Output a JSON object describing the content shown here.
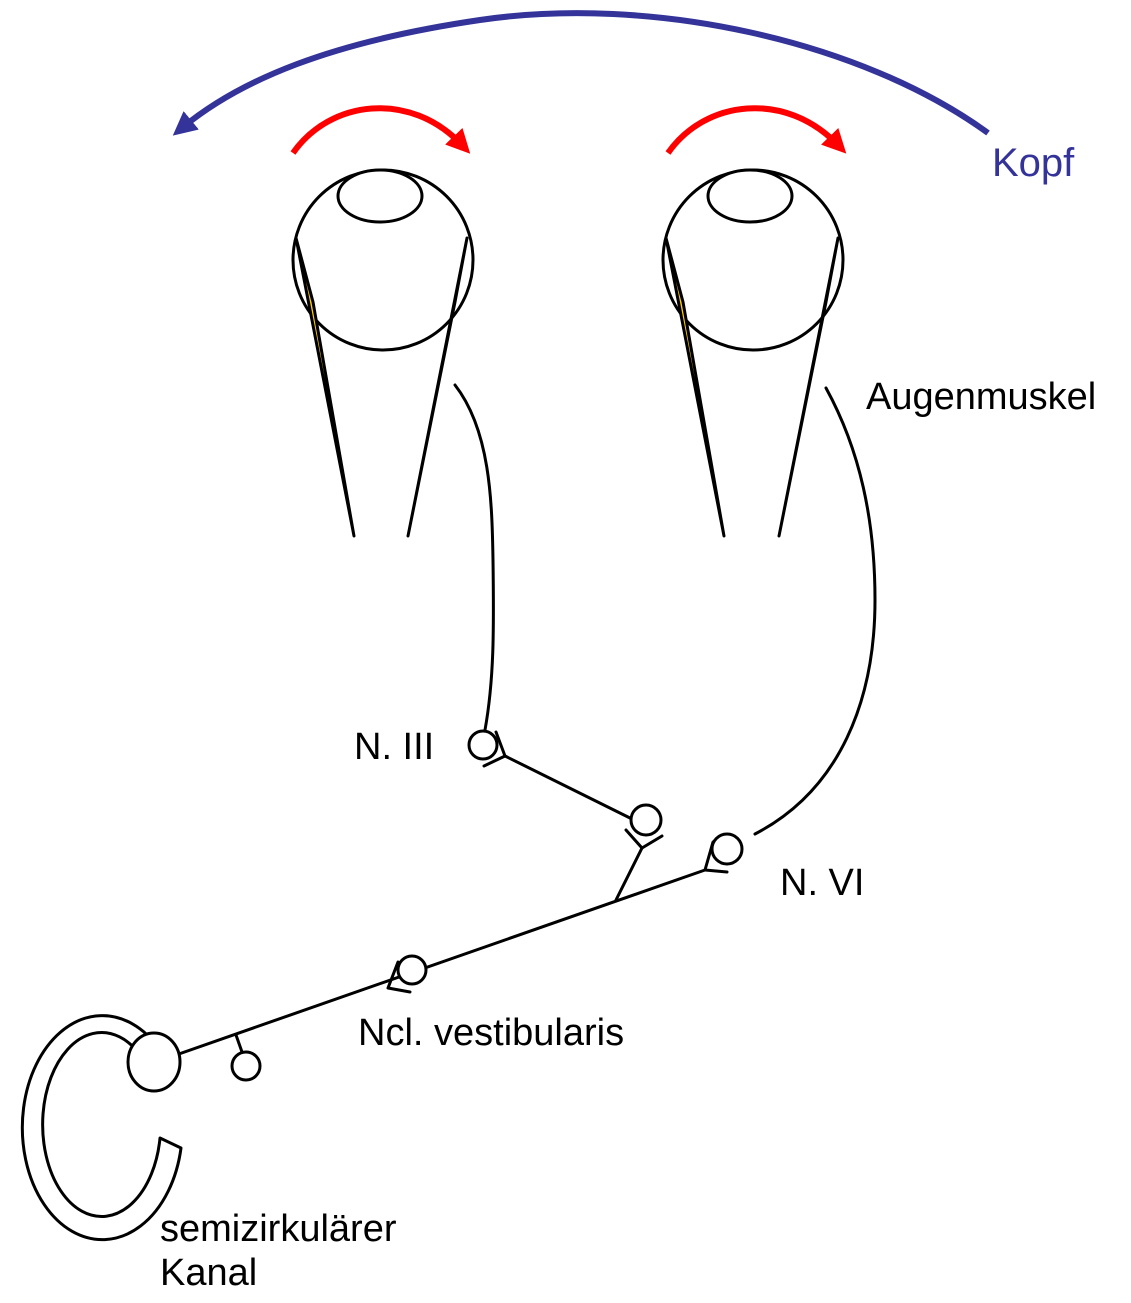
{
  "labels": {
    "head": "Kopf",
    "eye_muscle": "Augenmuskel",
    "n_iii": "N. III",
    "n_vi": "N. VI",
    "ncl_vestibularis": "Ncl. vestibularis",
    "canal": [
      "semizirkulärer",
      "Kanal"
    ]
  },
  "colors": {
    "head_arrow": "#333399",
    "eye_arrow": "#ff0000",
    "muscle": "#ffcc00",
    "head_label": "#333399"
  }
}
